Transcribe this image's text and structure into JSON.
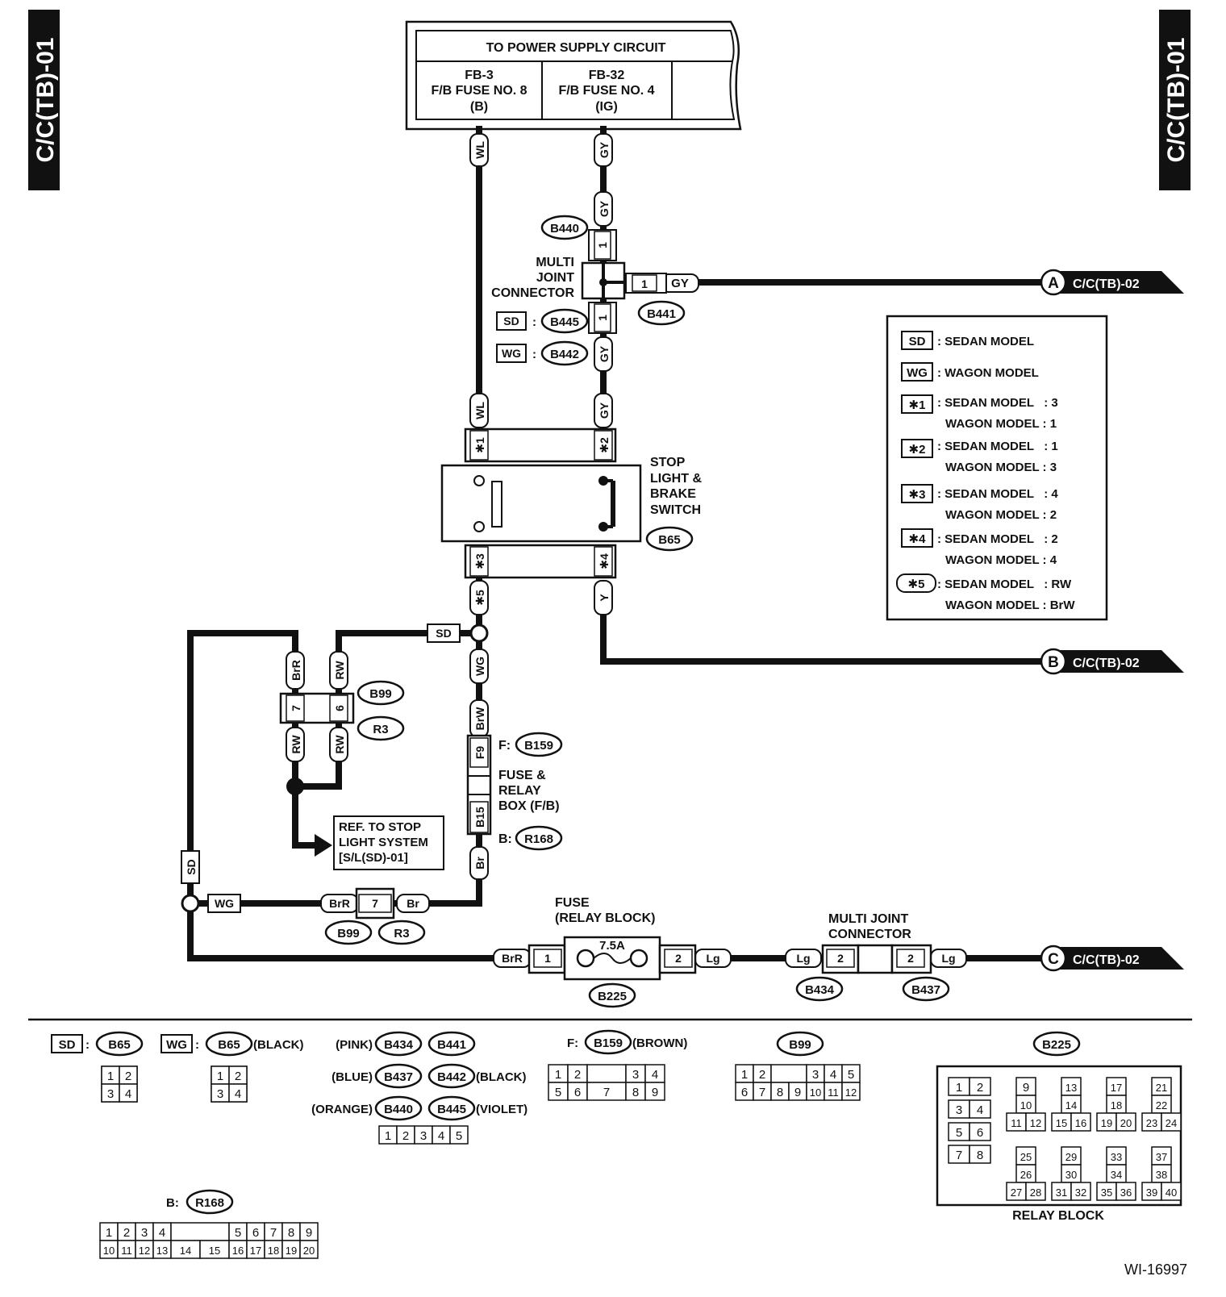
{
  "page_code": "C/C(TB)-01",
  "figure_id": "WI-16997",
  "power_supply": {
    "title": "TO POWER SUPPLY CIRCUIT",
    "col1": [
      "FB-3",
      "F/B FUSE NO. 8",
      "(B)"
    ],
    "col2": [
      "FB-32",
      "F/B FUSE NO. 4",
      "(IG)"
    ]
  },
  "wires": {
    "wl": "WL",
    "gy": "GY",
    "y": "Y",
    "star5": "✱5",
    "star1": "✱1",
    "star2": "✱2",
    "star3": "✱3",
    "star4": "✱4",
    "brr": "BrR",
    "rw": "RW",
    "wg": "WG",
    "brw": "BrW",
    "br": "Br",
    "sd": "SD",
    "lg": "Lg"
  },
  "pins": {
    "p1": "1",
    "p2": "2",
    "p6": "6",
    "p7": "7",
    "f9": "F9",
    "b15": "B15"
  },
  "multi_joint": [
    "MULTI",
    "JOINT",
    "CONNECTOR"
  ],
  "connectors": {
    "b440": "B440",
    "b441": "B441",
    "b445": "B445",
    "b442": "B442",
    "b65": "B65",
    "b99": "B99",
    "r3": "R3",
    "b159": "B159",
    "r168": "R168",
    "b225": "B225",
    "b434": "B434",
    "b437": "B437"
  },
  "model_tags": {
    "sd": "SD",
    "wg": "WG",
    "f": "F:",
    "b": "B:"
  },
  "switch_label": [
    "STOP",
    "LIGHT &",
    "BRAKE",
    "SWITCH"
  ],
  "fuse_box_label": [
    "FUSE &",
    "RELAY",
    "BOX (F/B)"
  ],
  "ref_box": [
    "REF. TO STOP",
    "LIGHT SYSTEM",
    "[S/L(SD)-01]"
  ],
  "fuse_label": [
    "FUSE",
    "(RELAY BLOCK)"
  ],
  "fuse_rating": "7.5A",
  "joint_label": [
    "MULTI JOINT",
    "CONNECTOR"
  ],
  "outputs": [
    {
      "letter": "A",
      "ref": "C/C(TB)-02"
    },
    {
      "letter": "B",
      "ref": "C/C(TB)-02"
    },
    {
      "letter": "C",
      "ref": "C/C(TB)-02"
    }
  ],
  "legend": [
    {
      "key": "SD",
      "line1": ": SEDAN MODEL",
      "line2": ""
    },
    {
      "key": "WG",
      "line1": ": WAGON MODEL",
      "line2": ""
    },
    {
      "key": "✱1",
      "line1": ": SEDAN MODEL   : 3",
      "line2": "WAGON MODEL : 1"
    },
    {
      "key": "✱2",
      "line1": ": SEDAN MODEL   : 1",
      "line2": "WAGON MODEL : 3"
    },
    {
      "key": "✱3",
      "line1": ": SEDAN MODEL   : 4",
      "line2": "WAGON MODEL : 2"
    },
    {
      "key": "✱4",
      "line1": ": SEDAN MODEL   : 2",
      "line2": "WAGON MODEL : 4"
    },
    {
      "key": "✱5",
      "line1": ": SEDAN MODEL   : RW",
      "line2": "WAGON MODEL : BrW"
    }
  ],
  "bottom": {
    "black": "(BLACK)",
    "pink": "(PINK)",
    "blue": "(BLUE)",
    "orange": "(ORANGE)",
    "violet": "(VIOLET)",
    "brown": "(BROWN)",
    "relay_block": "RELAY BLOCK"
  },
  "pinouts": {
    "b65": [
      [
        "1",
        "2"
      ],
      [
        "3",
        "4"
      ]
    ],
    "b434_row": [
      "1",
      "2",
      "3",
      "4",
      "5"
    ],
    "b159_top": [
      "1",
      "2",
      "3",
      "4"
    ],
    "b159_bot": [
      "5",
      "6",
      "7",
      "8",
      "9"
    ],
    "b99_top": [
      "1",
      "2",
      "3",
      "4",
      "5"
    ],
    "b99_bot": [
      "6",
      "7",
      "8",
      "9",
      "10",
      "11",
      "12"
    ],
    "r168_top": [
      "1",
      "2",
      "3",
      "4",
      "5",
      "6",
      "7",
      "8",
      "9"
    ],
    "r168_bot": [
      "10",
      "11",
      "12",
      "13",
      "14",
      "15",
      "16",
      "17",
      "18",
      "19",
      "20"
    ],
    "b225_left": [
      "1",
      "2",
      "3",
      "4",
      "5",
      "6",
      "7",
      "8"
    ],
    "b225_groups": [
      [
        "9",
        "10",
        "11",
        "12"
      ],
      [
        "13",
        "14",
        "15",
        "16"
      ],
      [
        "17",
        "18",
        "19",
        "20"
      ],
      [
        "21",
        "22",
        "23",
        "24"
      ],
      [
        "25",
        "26",
        "27",
        "28"
      ],
      [
        "29",
        "30",
        "31",
        "32"
      ],
      [
        "33",
        "34",
        "35",
        "36"
      ],
      [
        "37",
        "38",
        "39",
        "40"
      ]
    ]
  }
}
